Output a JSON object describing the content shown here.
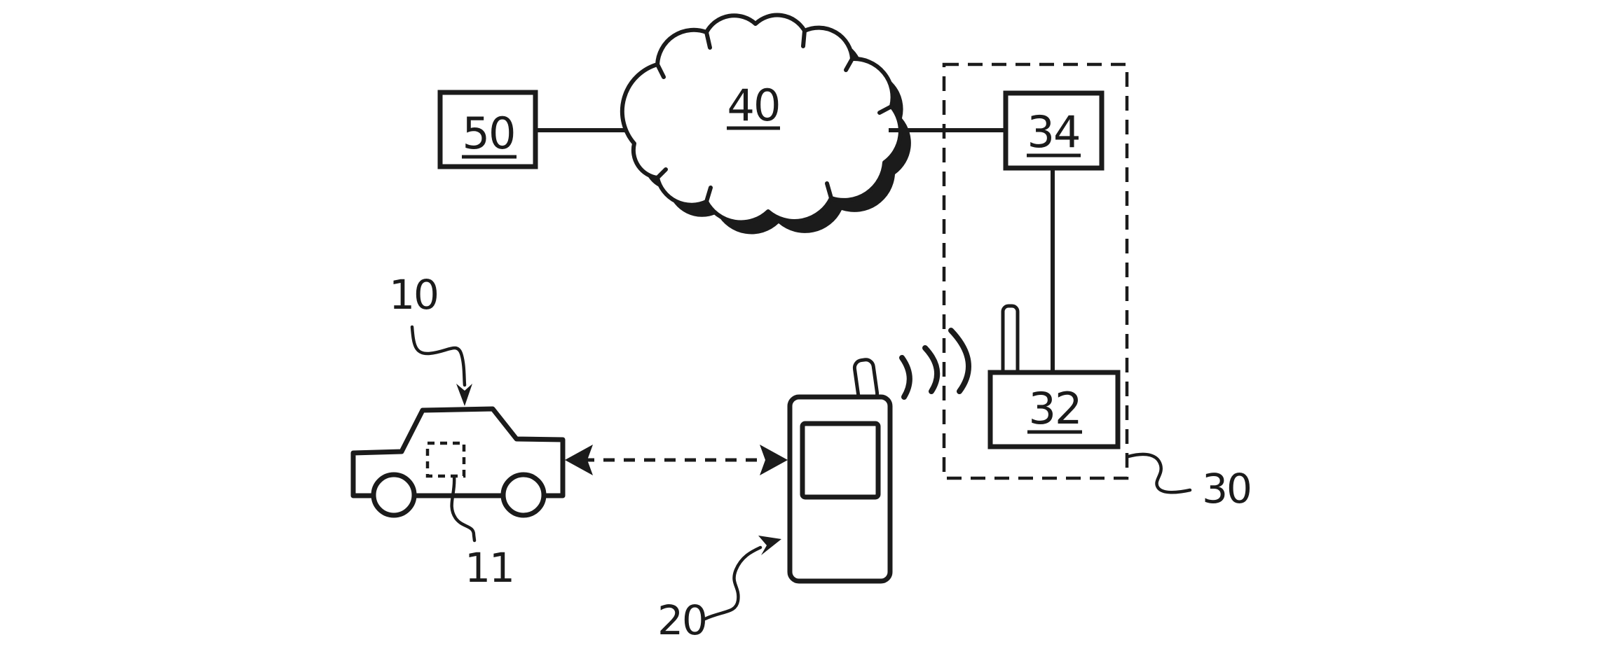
{
  "colors": {
    "ink": "#1b1b1b",
    "paper": "#ffffff"
  },
  "figure": {
    "labels": {
      "box_50": "50",
      "cloud_40": "40",
      "box_34": "34",
      "box_32": "32",
      "group_30": "30",
      "vehicle_10": "10",
      "vehicle_unit_11": "11",
      "mobile_20": "20"
    }
  }
}
